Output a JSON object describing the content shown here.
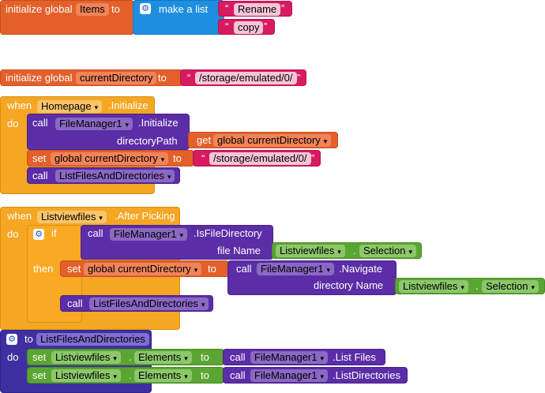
{
  "items_block": {
    "prefix": "initialize global",
    "var_name": "Items",
    "to_label": "to",
    "make_list_label": "make a list",
    "items": [
      "Rename",
      "copy"
    ]
  },
  "dir_block": {
    "prefix": "initialize global",
    "var_name": "currentDirectory",
    "to_label": "to",
    "value": "/storage/emulated/0/"
  },
  "homepage_block": {
    "when_label": "when",
    "component": "Homepage",
    "event": ".Initialize",
    "do_label": "do",
    "call1_label": "call",
    "call1_component": "FileManager1",
    "call1_method": ".Initialize",
    "param_label": "directoryPath",
    "get_label": "get",
    "get_var": "global currentDirectory",
    "set_label": "set",
    "set_var": "global currentDirectory",
    "set_to_label": "to",
    "set_value": "/storage/emulated/0/",
    "call2_label": "call",
    "call2_proc": "ListFilesAndDirectories"
  },
  "listview_block": {
    "when_label": "when",
    "component": "Listviewfiles",
    "event": ".After Picking",
    "do_label": "do",
    "if_label": "if",
    "then_label": "then",
    "isfile_call_label": "call",
    "isfile_component": "FileManager1",
    "isfile_method": ".IsFileDirectory",
    "file_name_label": "file Name",
    "sel1_component": "Listviewfiles",
    "sel1_dot": ".",
    "sel1_prop": "Selection",
    "set_label": "set",
    "set_var": "global currentDirectory",
    "set_to_label": "to",
    "nav_call_label": "call",
    "nav_component": "FileManager1",
    "nav_method": ".Navigate",
    "dir_name_label": "directory Name",
    "sel2_component": "Listviewfiles",
    "sel2_dot": ".",
    "sel2_prop": "Selection",
    "call_label": "call",
    "call_proc": "ListFilesAndDirectories"
  },
  "proc_block": {
    "to_label": "to",
    "proc_name": "ListFilesAndDirectories",
    "do_label": "do",
    "rows": [
      {
        "set_label": "set",
        "component": "Listviewfiles",
        "dot": ".",
        "prop": "Elements",
        "to_label": "to",
        "call_label": "call",
        "call_component": "FileManager1",
        "call_method": ".List Files"
      },
      {
        "set_label": "set",
        "component": "Listviewfiles",
        "dot": ".",
        "prop": "Elements",
        "to_label": "to",
        "call_label": "call",
        "call_component": "FileManager1",
        "call_method": ".ListDirectories"
      }
    ]
  },
  "icons": {
    "dropdown": "chevron-down-icon",
    "mutator": "gear-icon",
    "quote_open": "“",
    "quote_close": "”"
  }
}
